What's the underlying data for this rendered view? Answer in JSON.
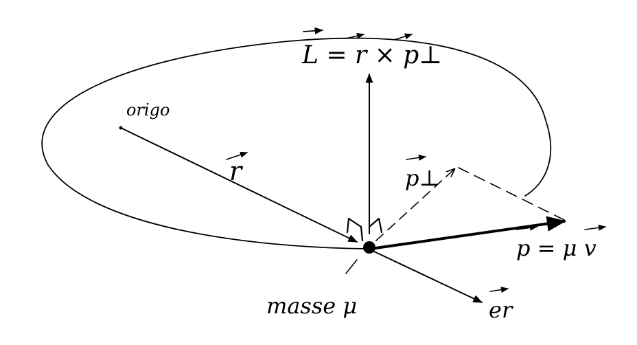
{
  "labels": {
    "angular_momentum": "L = r × p⊥",
    "origin": "origo",
    "position_vector": "r",
    "perpendicular_momentum": "p⊥",
    "momentum": "p = μ v",
    "mass": "masse μ",
    "unit_vector": "er"
  },
  "colors": {
    "ink": "#000000",
    "background": "#ffffff"
  }
}
